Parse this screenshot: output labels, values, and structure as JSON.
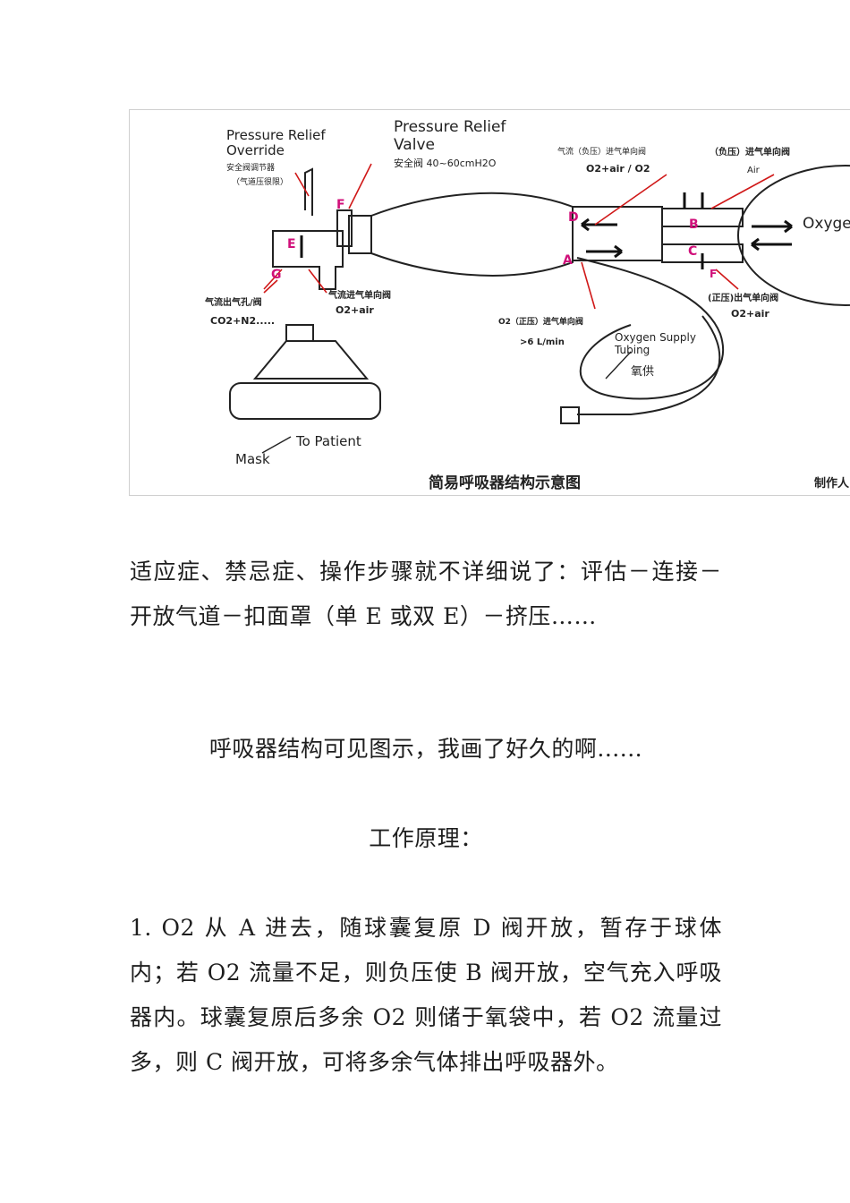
{
  "diagram": {
    "caption": "简易呼吸器结构示意图",
    "author": "制作人",
    "labels": {
      "pro_en": "Pressure Relief\nOverride",
      "pro_cn": "安全阀调节器",
      "pro_cn2": "（气道压很限）",
      "prv_en": "Pressure Relief\nValve",
      "prv_cn": "安全阀 40~60cmH2O",
      "top_valve_cn": "气流（负压）进气单向阀",
      "top_valve_val": "O2+air / O2",
      "neg_valve_cn": "（负压）进气单向阀",
      "neg_valve_val": "Air",
      "oxygen_partial": "Oxyge",
      "outlet_cn": "气流出气孔/阀",
      "outlet_val": "CO2+N2.....",
      "inlet_cn": "气流进气单向阀",
      "inlet_val": "O2+air",
      "o2_valve_cn": "O2（正压）进气单向阀",
      "o2_valve_val": ">6 L/min",
      "pos_valve_cn": "(正压)出气单向阀",
      "pos_valve_val": "O2+air",
      "tubing_en": "Oxygen Supply\nTubing",
      "tubing_cn": "氧供",
      "to_patient": "To Patient",
      "mask": "Mask"
    },
    "letters": {
      "A": "A",
      "B": "B",
      "C": "C",
      "D": "D",
      "E": "E",
      "F": "F",
      "G": "G",
      "F2": "F"
    }
  },
  "paragraphs": {
    "p1": "适应症、禁忌症、操作步骤就不详细说了：评估－连接－开放气道－扣面罩（单 E 或双 E）－挤压……",
    "p2": "呼吸器结构可见图示，我画了好久的啊......",
    "p3": "工作原理：",
    "p4": "1. O2 从 A 进去，随球囊复原 D 阀开放，暂存于球体内；若 O2 流量不足，则负压使 B 阀开放，空气充入呼吸器内。球囊复原后多余 O2 则储于氧袋中，若 O2 流量过多，则 C 阀开放，可将多余气体排出呼吸器外。"
  }
}
